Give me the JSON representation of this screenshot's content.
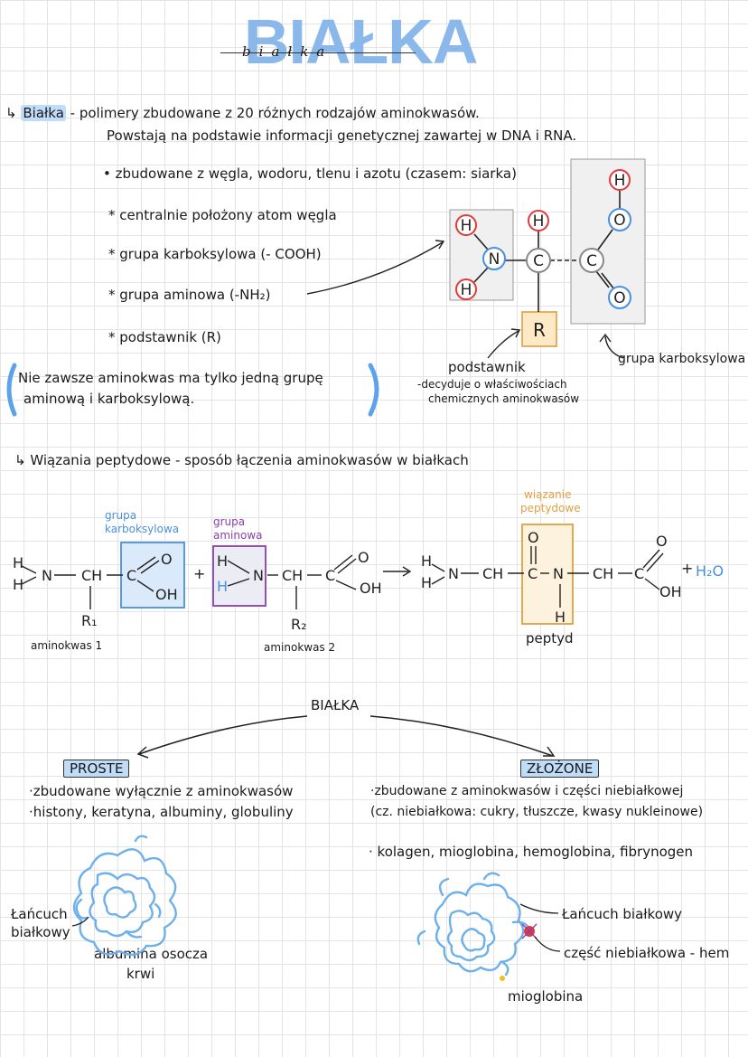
{
  "title": "BIAŁKA",
  "title_sub": "białka",
  "intro": {
    "term": "Białka",
    "line1": "- polimery zbudowane z 20 różnych rodzajów aminokwasów.",
    "line2": "Powstają na podstawie informacji genetycznej zawartej w DNA i RNA."
  },
  "composition": "• zbudowane z węgla, wodoru, tlenu i azotu (czasem: siarka)",
  "aminoacid_parts": [
    "* centralnie położony atom węgla",
    "* grupa karboksylowa (- COOH)",
    "* grupa aminowa (-NH₂)",
    "* podstawnik (R)"
  ],
  "note": {
    "line1": "Nie zawsze aminokwas ma tylko jedną grupę",
    "line2": "aminową i karboksylową."
  },
  "structure": {
    "atoms": {
      "h1": "H",
      "h2": "H",
      "h_top": "H",
      "h_acid": "H",
      "n": "N",
      "c_alpha": "C",
      "c_acid": "C",
      "o1": "O",
      "o2": "O",
      "r": "R"
    },
    "substituent_label": "podstawnik",
    "substituent_desc1": "-decyduje o właściwościach",
    "substituent_desc2": "chemicznych aminokwasów",
    "carboxyl_label": "grupa karboksylowa"
  },
  "peptide": {
    "heading": "Wiązania peptydowe",
    "heading_rest": "- sposób łączenia aminokwasów w białkach",
    "carboxyl_label1": "grupa",
    "carboxyl_label2": "karboksylowa",
    "amino_label1": "grupa",
    "amino_label2": "aminowa",
    "bond_label1": "wiązanie",
    "bond_label2": "peptydowe",
    "amino1_label": "aminokwas 1",
    "amino2_label": "aminokwas 2",
    "peptide_label": "peptyd",
    "r1": "R₁",
    "r2": "R₂",
    "water": "H₂O",
    "glyph_h": "H",
    "glyph_n": "N",
    "glyph_o": "O",
    "glyph_oh": "OH",
    "glyph_ch": "CH",
    "glyph_c": "C",
    "glyph_plus": "+"
  },
  "classification": {
    "root": "BIAŁKA",
    "simple": {
      "label": "PROSTE",
      "line1": "·zbudowane wyłącznie z aminokwasów",
      "line2": "·histony, keratyna, albuminy, globuliny",
      "chain_label1": "Łańcuch",
      "chain_label2": "białkowy",
      "example1": "albumina osocza",
      "example2": "krwi"
    },
    "complex": {
      "label": "ZŁOŻONE",
      "line1": "·zbudowane z aminokwasów i części niebiałkowej",
      "line2": "(cz. niebiałkowa: cukry, tłuszcze, kwasy nukleinowe)",
      "line3": "· kolagen, mioglobina, hemoglobina, fibrynogen",
      "chain_label": "Łańcuch białkowy",
      "part_label": "część niebiałkowa - hem",
      "example": "mioglobina"
    }
  }
}
